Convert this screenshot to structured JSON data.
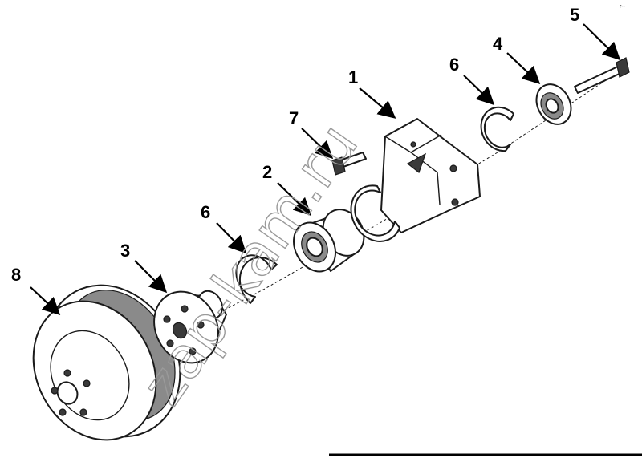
{
  "diagram": {
    "callouts": [
      {
        "id": "callout-8",
        "label": "8"
      },
      {
        "id": "callout-3",
        "label": "3"
      },
      {
        "id": "callout-6a",
        "label": "6"
      },
      {
        "id": "callout-2",
        "label": "2"
      },
      {
        "id": "callout-7",
        "label": "7"
      },
      {
        "id": "callout-1",
        "label": "1"
      },
      {
        "id": "callout-6b",
        "label": "6"
      },
      {
        "id": "callout-4",
        "label": "4"
      },
      {
        "id": "callout-5",
        "label": "5"
      }
    ],
    "watermark": "zap-kam.ru",
    "corner_mark": "r--"
  }
}
